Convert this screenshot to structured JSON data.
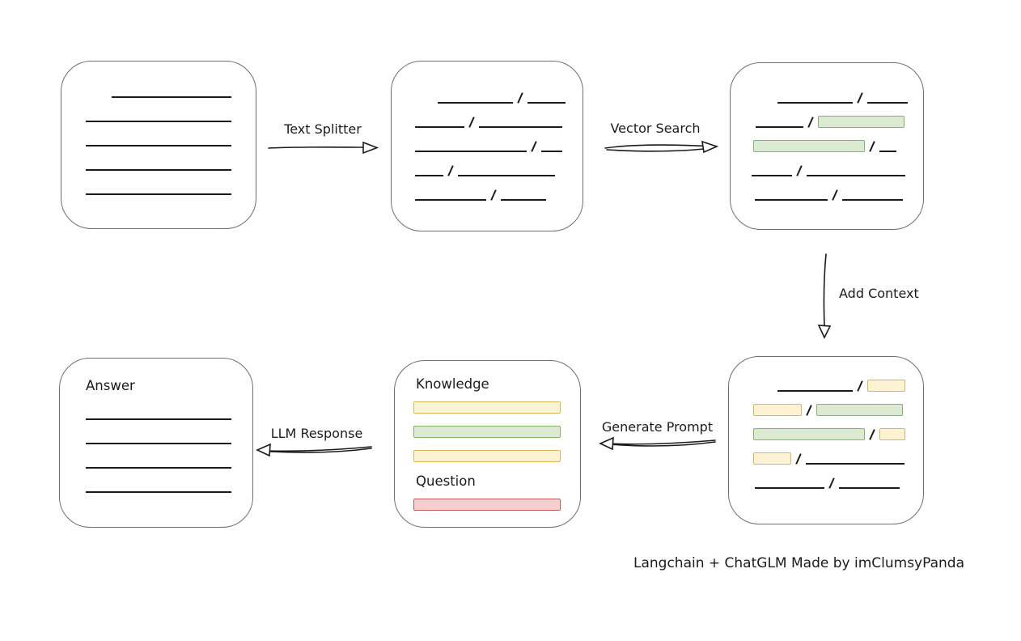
{
  "colors": {
    "line": "#1b1b1b",
    "box_border": "#6e6e6e",
    "green_fill": "#dcead2",
    "green_border": "#84b266",
    "yellow_fill": "#fdf3d2",
    "yellow_border": "#d9b65c",
    "red_fill": "#f5cfcc",
    "red_border": "#bf5f5b"
  },
  "labels": {
    "text_splitter": "Text Splitter",
    "vector_search": "Vector Search",
    "add_context": "Add Context",
    "generate_prompt": "Generate Prompt",
    "llm_response": "LLM Response"
  },
  "footer": {
    "credit": "Langchain + ChatGLM Made by imClumsyPanda"
  },
  "boxes": {
    "document": {
      "rows": [
        {
          "indent": 62,
          "cells": [
            {
              "t": "line",
              "w": 148
            }
          ]
        },
        {
          "indent": 30,
          "cells": [
            {
              "t": "line",
              "w": 180
            }
          ]
        },
        {
          "indent": 30,
          "cells": [
            {
              "t": "line",
              "w": 180
            }
          ]
        },
        {
          "indent": 30,
          "cells": [
            {
              "t": "line",
              "w": 180
            }
          ]
        },
        {
          "indent": 30,
          "cells": [
            {
              "t": "line",
              "w": 180
            }
          ]
        }
      ]
    },
    "chunks": {
      "rows": [
        {
          "indent": 57,
          "cells": [
            {
              "t": "line",
              "w": 93
            },
            {
              "t": "slash"
            },
            {
              "t": "line",
              "w": 47
            }
          ]
        },
        {
          "indent": 29,
          "cells": [
            {
              "t": "line",
              "w": 61
            },
            {
              "t": "slash"
            },
            {
              "t": "line",
              "w": 103
            }
          ]
        },
        {
          "indent": 29,
          "cells": [
            {
              "t": "line",
              "w": 138
            },
            {
              "t": "slash"
            },
            {
              "t": "line",
              "w": 26
            }
          ]
        },
        {
          "indent": 29,
          "cells": [
            {
              "t": "line",
              "w": 35
            },
            {
              "t": "slash"
            },
            {
              "t": "line",
              "w": 120
            }
          ]
        },
        {
          "indent": 29,
          "cells": [
            {
              "t": "line",
              "w": 88
            },
            {
              "t": "slash"
            },
            {
              "t": "line",
              "w": 56
            }
          ]
        }
      ]
    },
    "retrieved": {
      "rows": [
        {
          "indent": 58,
          "cells": [
            {
              "t": "line",
              "w": 93
            },
            {
              "t": "slash"
            },
            {
              "t": "line",
              "w": 50
            }
          ]
        },
        {
          "indent": 31,
          "cells": [
            {
              "t": "line",
              "w": 59
            },
            {
              "t": "slash"
            },
            {
              "t": "green",
              "w": 107
            }
          ]
        },
        {
          "indent": 28,
          "cells": [
            {
              "t": "green",
              "w": 138
            },
            {
              "t": "slash"
            },
            {
              "t": "line",
              "w": 21
            }
          ]
        },
        {
          "indent": 26,
          "cells": [
            {
              "t": "line",
              "w": 50
            },
            {
              "t": "slash"
            },
            {
              "t": "line",
              "w": 122
            }
          ]
        },
        {
          "indent": 30,
          "cells": [
            {
              "t": "line",
              "w": 90
            },
            {
              "t": "slash"
            },
            {
              "t": "line",
              "w": 75
            }
          ]
        }
      ]
    },
    "context": {
      "rows": [
        {
          "indent": 60,
          "cells": [
            {
              "t": "line",
              "w": 93
            },
            {
              "t": "slash"
            },
            {
              "t": "yellow",
              "w": 47
            }
          ]
        },
        {
          "indent": 30,
          "cells": [
            {
              "t": "yellow",
              "w": 60
            },
            {
              "t": "slash"
            },
            {
              "t": "green",
              "w": 107
            }
          ]
        },
        {
          "indent": 30,
          "cells": [
            {
              "t": "green",
              "w": 138
            },
            {
              "t": "slash"
            },
            {
              "t": "yellow",
              "w": 32
            }
          ]
        },
        {
          "indent": 30,
          "cells": [
            {
              "t": "yellow",
              "w": 47
            },
            {
              "t": "slash"
            },
            {
              "t": "line",
              "w": 122
            }
          ]
        },
        {
          "indent": 32,
          "cells": [
            {
              "t": "line",
              "w": 86
            },
            {
              "t": "slash"
            },
            {
              "t": "line",
              "w": 75
            }
          ]
        }
      ]
    },
    "prompt": {
      "knowledge_label": "Knowledge",
      "question_label": "Question",
      "knowledge_rows": [
        {
          "indent": 0,
          "cells": [
            {
              "t": "yellow",
              "w": 182
            }
          ]
        },
        {
          "indent": 0,
          "cells": [
            {
              "t": "green",
              "w": 182
            }
          ]
        },
        {
          "indent": 0,
          "cells": [
            {
              "t": "yellow",
              "w": 182
            }
          ]
        }
      ],
      "question_rows": [
        {
          "indent": 0,
          "cells": [
            {
              "t": "red",
              "w": 182
            }
          ]
        }
      ]
    },
    "answer": {
      "label": "Answer",
      "rows": [
        {
          "indent": 0,
          "cells": [
            {
              "t": "line",
              "w": 180
            }
          ]
        },
        {
          "indent": 0,
          "cells": [
            {
              "t": "line",
              "w": 180
            }
          ]
        },
        {
          "indent": 0,
          "cells": [
            {
              "t": "line",
              "w": 180
            }
          ]
        },
        {
          "indent": 0,
          "cells": [
            {
              "t": "line",
              "w": 180
            }
          ]
        }
      ]
    }
  }
}
